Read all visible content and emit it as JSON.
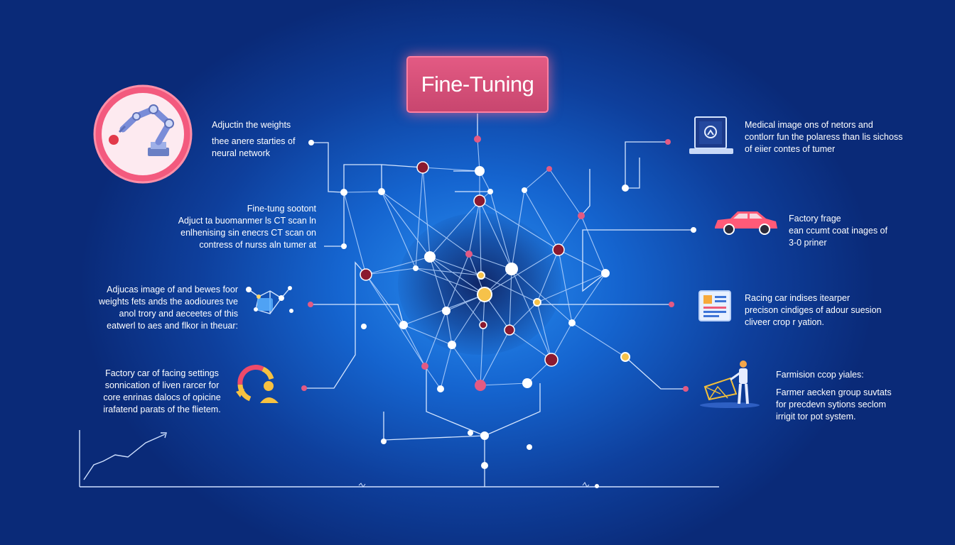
{
  "title": "Fine-Tuning",
  "left_blocks": [
    {
      "lines": [
        "Adjuctin the weights",
        "thee anere starties of",
        "neural network"
      ]
    },
    {
      "lines": [
        "Fine-tung sootont",
        "Adjuct ta buomanmer ls CT scan ln",
        "enlhenising sin enecrs CT scan on",
        "contress of nurss aln tumer at"
      ]
    },
    {
      "lines": [
        "Adjucas image of and bewes foor",
        "weights fets ands the aodioures tve",
        "anol trory and aeceetes of this",
        "eatwerl to aes and flkor in theuar:"
      ]
    },
    {
      "lines": [
        "Factory car of facing settings",
        "sonnication of liven rarcer for",
        "core enrinas dalocs of opicine",
        "irafatend parats of the flietem."
      ]
    }
  ],
  "right_blocks": [
    {
      "lines": [
        "Medical image ons of netors and",
        "contlorr fun the polaress than lis sichoss",
        "of eiier contes of tumer"
      ]
    },
    {
      "lines": [
        "Factory frage",
        "ean ccumt coat inages of",
        "3-0 priner"
      ]
    },
    {
      "lines": [
        "Racing car indises itearper",
        "precison cindiges of adour suesion",
        "cliveer crop r yation."
      ]
    },
    {
      "lines": [
        "Farmision ccop yiales:",
        "Farmer aecken group suvtats",
        "for precdevn sytions seclom",
        "irrigit tor pot system."
      ]
    }
  ],
  "icons": [
    "robot-arm-icon",
    "laptop-icon",
    "car-icon",
    "molecule-icon",
    "document-icon",
    "cycle-person-icon",
    "farmer-icon",
    "growth-chart-icon"
  ],
  "colors": {
    "accent_pink": "#e35a83",
    "node_white": "#ffffff",
    "node_dark_red": "#8b1a30",
    "node_yellow": "#f6c24a",
    "line": "#b9d6ff"
  }
}
